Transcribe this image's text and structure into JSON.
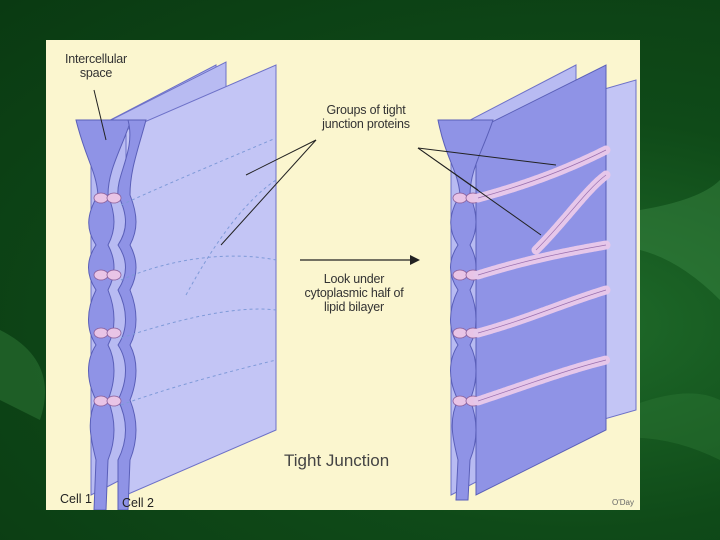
{
  "labels": {
    "intercellular": "Intercellular space",
    "groups": "Groups of tight junction proteins",
    "look": "Look under cytoplasmic half of lipid bilayer",
    "title": "Tight Junction",
    "cell1": "Cell 1",
    "cell2": "Cell 2",
    "credit": "O'Day"
  },
  "colors": {
    "background": "#0f4a18",
    "panel": "#fbf6cf",
    "membrane": "#8f93e6",
    "membrane_light": "#c7c9f4",
    "protein": "#e9c4e6",
    "dashed": "#7f9ad8"
  }
}
